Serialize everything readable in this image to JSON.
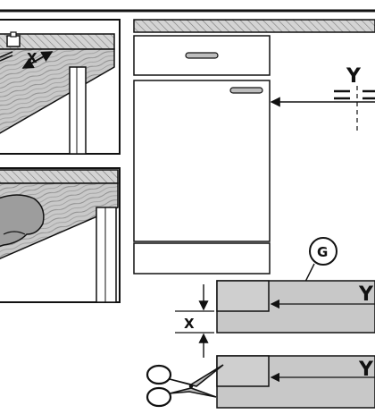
{
  "labels": {
    "dimension_x_top": "X",
    "dimension_y_right": "Y",
    "callout_g": "G",
    "dimension_x_lower": "X",
    "dimension_y_strip_1": "Y",
    "dimension_y_strip_2": "Y"
  },
  "icons": {
    "scissors": "scissors-icon",
    "screw": "screw-icon"
  },
  "colors": {
    "line": "#111111",
    "fill_gray": "#c8c8c8",
    "fill_light": "#ececec",
    "hatch": "#8a8a8a"
  }
}
